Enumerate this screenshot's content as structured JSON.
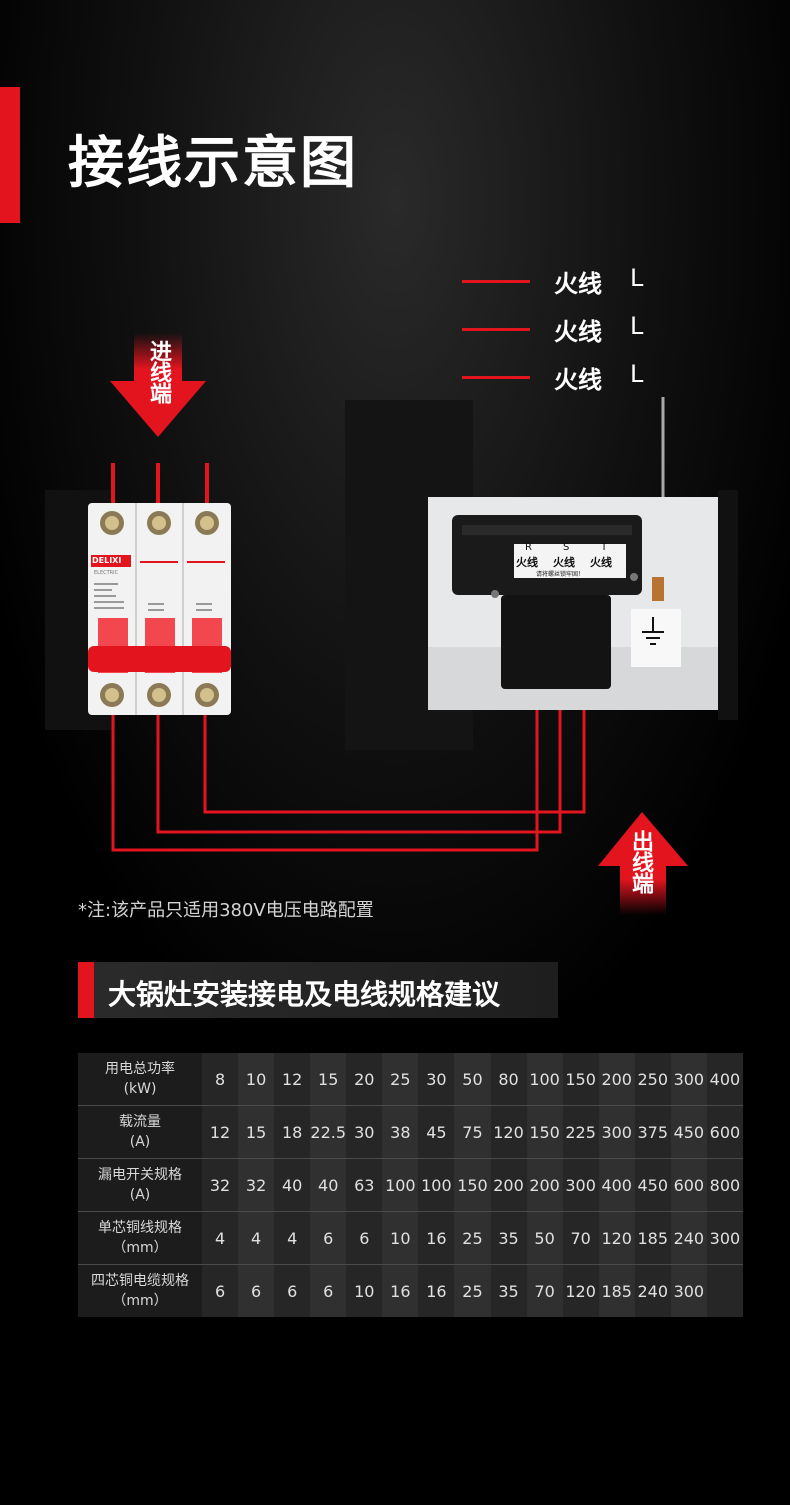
{
  "page": {
    "title": "接线示意图"
  },
  "legend": [
    {
      "text": "火线",
      "code": "L"
    },
    {
      "text": "火线",
      "code": "L"
    },
    {
      "text": "火线",
      "code": "L"
    }
  ],
  "arrows": {
    "in_label": "进线端",
    "out_label": "出线端"
  },
  "breaker": {
    "brand": "DELIXI",
    "sub": "ELECTRIC"
  },
  "device": {
    "terminal_letters": [
      "R",
      "S",
      "T"
    ],
    "terminal_labels": [
      "火线",
      "火线",
      "火线"
    ],
    "warning": "请将螺丝锁牢固！"
  },
  "note": "*注:该产品只适用380V电压电路配置",
  "section": {
    "title": "大锅灶安装接电及电线规格建议"
  },
  "colors": {
    "accent": "#e3141e",
    "background": "#000000"
  },
  "table": {
    "rows": [
      {
        "label": "用电总功率",
        "unit": "(kW)",
        "values": [
          "8",
          "10",
          "12",
          "15",
          "20",
          "25",
          "30",
          "50",
          "80",
          "100",
          "150",
          "200",
          "250",
          "300",
          "400"
        ]
      },
      {
        "label": "载流量",
        "unit": "(A)",
        "values": [
          "12",
          "15",
          "18",
          "22.5",
          "30",
          "38",
          "45",
          "75",
          "120",
          "150",
          "225",
          "300",
          "375",
          "450",
          "600"
        ]
      },
      {
        "label": "漏电开关规格",
        "unit": "(A)",
        "values": [
          "32",
          "32",
          "40",
          "40",
          "63",
          "100",
          "100",
          "150",
          "200",
          "200",
          "300",
          "400",
          "450",
          "600",
          "800"
        ]
      },
      {
        "label": "单芯铜线规格",
        "unit": "（mm）",
        "values": [
          "4",
          "4",
          "4",
          "6",
          "6",
          "10",
          "16",
          "25",
          "35",
          "50",
          "70",
          "120",
          "185",
          "240",
          "300"
        ]
      },
      {
        "label": "四芯铜电缆规格",
        "unit": "（mm）",
        "values": [
          "6",
          "6",
          "6",
          "6",
          "10",
          "16",
          "16",
          "25",
          "35",
          "70",
          "120",
          "185",
          "240",
          "300",
          ""
        ]
      }
    ]
  }
}
